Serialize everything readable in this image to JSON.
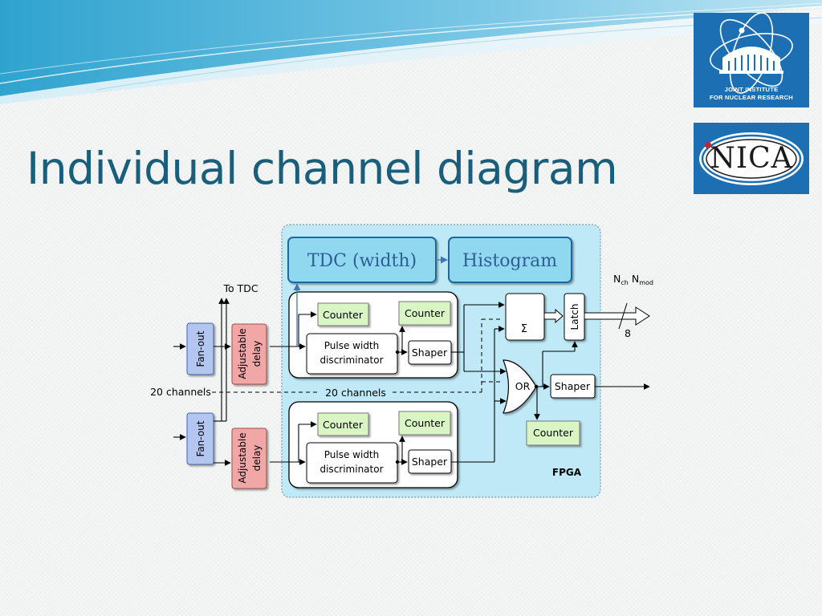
{
  "slide": {
    "title": "Individual channel diagram"
  },
  "logos": {
    "jinr": {
      "line1": "JOINT INSTITUTE",
      "line2": "FOR NUCLEAR RESEARCH"
    },
    "nica": {
      "text": "NICA"
    }
  },
  "diagram": {
    "tdc_width": "TDC (width)",
    "histogram": "Histogram",
    "to_tdc": "To TDC",
    "nch": "N",
    "nch_sub": "ch",
    "nmod": "N",
    "nmod_sub": "mod",
    "fanout": "Fan-out",
    "adjustable_delay_1": "Adjustable",
    "adjustable_delay_2": "delay",
    "counter": "Counter",
    "pulse_width_1": "Pulse width",
    "pulse_width_2": "discriminator",
    "shaper": "Shaper",
    "sigma": "Σ",
    "latch": "Latch",
    "bus_width": "8",
    "or_gate": "OR",
    "channels_left": "20 channels",
    "channels_mid": "20 channels",
    "fpga": "FPGA"
  },
  "colors": {
    "title": "#195f7c",
    "fpga_bg": "#bfe9f7",
    "fanout_fill": "#b3c6f0",
    "delay_fill": "#f2a7a7",
    "counter_fill": "#d9f5c4",
    "tdc_fill": "#8fd8ef",
    "logo_bg": "#1d6fb3"
  }
}
